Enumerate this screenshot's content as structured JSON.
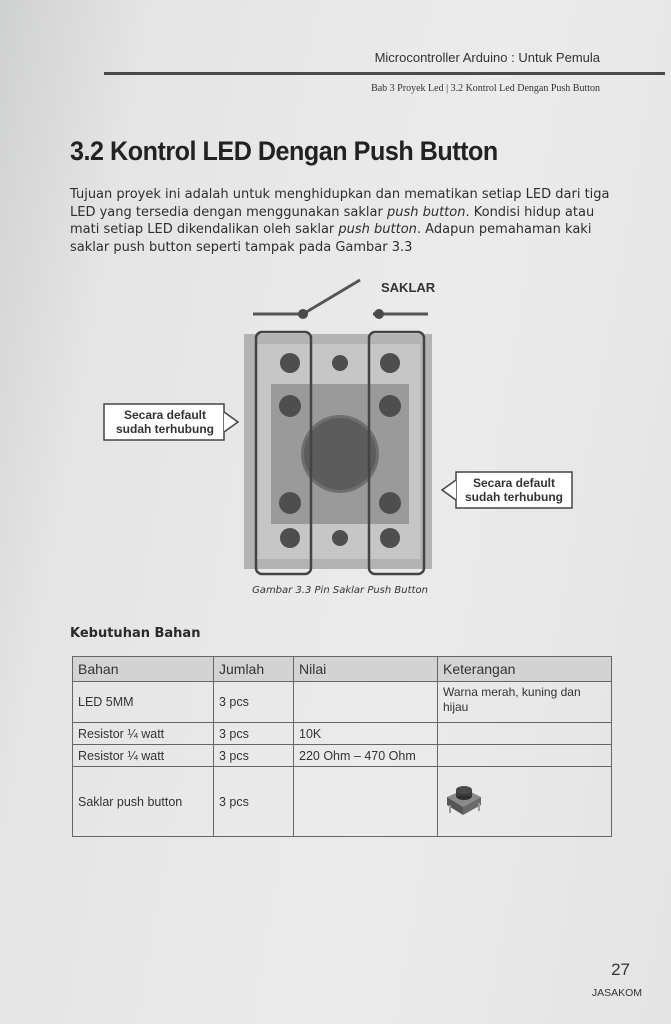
{
  "header": {
    "running_title": "Microcontroller Arduino : Untuk Pemula",
    "breadcrumb": "Bab 3 Proyek Led   |  3.2 Kontrol Led Dengan Push Button"
  },
  "section": {
    "title": "3.2 Kontrol LED Dengan Push Button",
    "intro": {
      "p1": "Tujuan proyek ini adalah untuk menghidupkan dan mematikan setiap LED dari tiga LED yang tersedia dengan menggunakan saklar ",
      "em1": "push button",
      "p2": ". Kondisi hidup atau mati setiap LED dikendalikan oleh saklar ",
      "em2": "push button",
      "p3": ". Adapun pemahaman kaki saklar push button seperti tampak pada Gambar 3.3"
    }
  },
  "figure": {
    "switch_label": "SAKLAR",
    "callout_left_1": "Secara default",
    "callout_left_2": "sudah terhubung",
    "callout_right_1": "Secara default",
    "callout_right_2": "sudah terhubung",
    "caption": "Gambar 3.3 Pin Saklar Push Button"
  },
  "materials": {
    "heading": "Kebutuhan Bahan",
    "headers": [
      "Bahan",
      "Jumlah",
      "Nilai",
      "Keterangan"
    ],
    "rows": [
      [
        "LED 5MM",
        "3 pcs",
        "",
        "Warna merah, kuning dan hijau"
      ],
      [
        "Resistor ¼ watt",
        "3 pcs",
        "10K",
        ""
      ],
      [
        "Resistor ¼ watt",
        "3 pcs",
        "220 Ohm – 470 Ohm",
        ""
      ],
      [
        "Saklar push button",
        "3 pcs",
        "",
        ""
      ]
    ]
  },
  "footer": {
    "page_number": "27",
    "publisher": "JASAKOM"
  }
}
